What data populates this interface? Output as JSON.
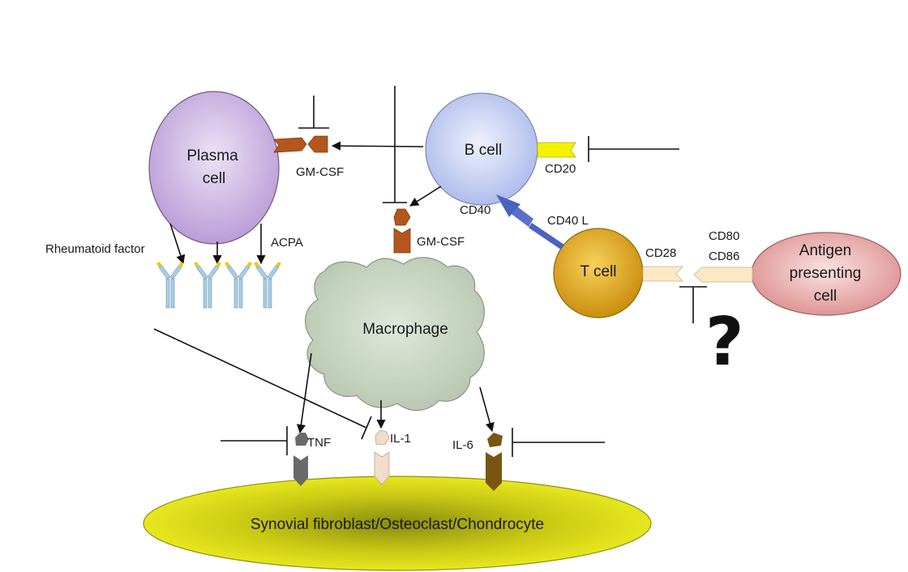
{
  "cells": {
    "plasma": {
      "line1": "Plasma",
      "line2": "cell"
    },
    "b_cell": "B cell",
    "t_cell": "T cell",
    "apc": {
      "line1": "Antigen",
      "line2": "presenting",
      "line3": "cell"
    },
    "macrophage": "Macrophage",
    "target": "Synovial fibroblast/Osteoclast/Chondrocyte"
  },
  "labels": {
    "gmcsf_top": "GM-CSF",
    "gmcsf_mid": "GM-CSF",
    "cd20": "CD20",
    "cd40": "CD40",
    "cd40l": "CD40 L",
    "cd28": "CD28",
    "cd80": "CD80",
    "cd86": "CD86",
    "rheumatoid_factor": "Rheumatoid factor",
    "acpa": "ACPA",
    "tnf": "TNF",
    "il1": "IL-1",
    "il6": "IL-6",
    "question": "?"
  },
  "colors": {
    "plasma_cell": "#c9b2de",
    "b_cell": "#bfcaf0",
    "t_cell": "#e0a51c",
    "apc": "#eba8a8",
    "macrophage": "#c6d3bf",
    "target": "#d9d91a",
    "gmcsf": "#b5561c",
    "cd20": "#f2f200",
    "cd40l_arrow": "#4a62c0",
    "tnf": "#6a6a6a",
    "il1": "#f2dccb",
    "il6": "#7a5512",
    "antibody_light": "#a9cde6",
    "antibody_tip": "#f0c61a"
  }
}
